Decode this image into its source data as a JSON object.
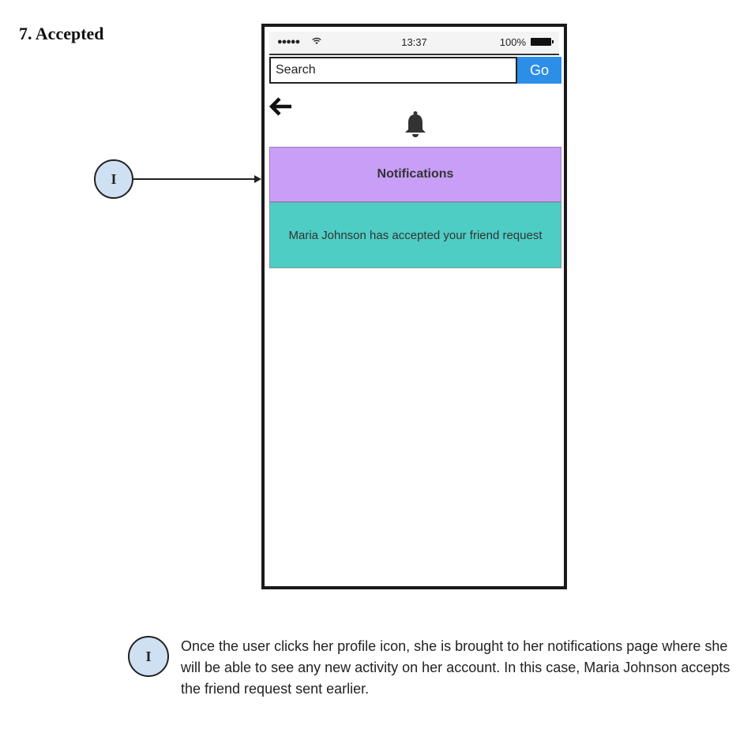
{
  "page": {
    "title": "7. Accepted"
  },
  "callout": {
    "marker": "I"
  },
  "phone": {
    "status_bar": {
      "signal": "●●●●●",
      "time": "13:37",
      "battery": "100%"
    },
    "search": {
      "placeholder": "Search",
      "button_label": "Go"
    },
    "notifications": {
      "header": "Notifications",
      "items": [
        "Maria Johnson has accepted your friend request"
      ]
    }
  },
  "description": {
    "text": "Once the user clicks her profile icon, she is brought to her notifications page where she will be able to see any new activity on her account. In this case, Maria Johnson accepts the friend request sent earlier."
  },
  "colors": {
    "go_button": "#2d8ee8",
    "notifications_header": "#c89ef7",
    "notification_item": "#4ecdc4",
    "callout_fill": "#cfe0f3"
  }
}
